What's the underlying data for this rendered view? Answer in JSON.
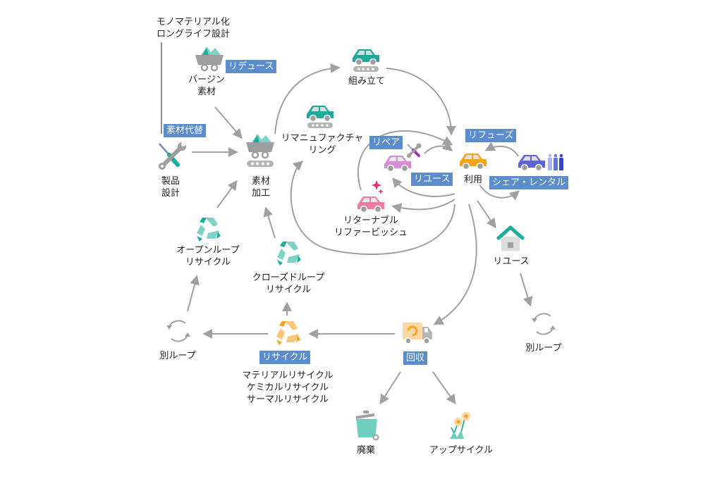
{
  "colors": {
    "tag_bg": "#5b8ccc",
    "arrow": "#a0a0a0",
    "teal": "#1aae9c",
    "teal_light": "#7fd3c6",
    "orange": "#f7a21b",
    "car_assembly": "#1fa99a",
    "car_repair": "#d98ad8",
    "car_refurb": "#f07aa0",
    "car_use": "#f7a21b",
    "car_share": "#5b63d9",
    "sparkle": "#e8336e"
  },
  "top_note": "モノマテリアル化\nロングライフ設計",
  "tags": {
    "reduce": "リデュース",
    "substitute": "素材代替",
    "repair": "リペア",
    "refuse": "リフューズ",
    "reuse_inner": "リユース",
    "share": "シェア・レンタル",
    "recycle": "リサイクル",
    "collect": "回収"
  },
  "nodes": {
    "virgin": "バージン\n素材",
    "product_design": "製品\n設計",
    "processing": "素材\n加工",
    "assembly": "組み立て",
    "remanufacturing": "リマニュファクチャ\nリング",
    "use": "利用",
    "returnable": "リターナブル\nリファービッシュ",
    "reuse_house": "リユース",
    "other_loop_right": "別ループ",
    "open_loop": "オープンループ\nリサイクル",
    "closed_loop": "クローズドループ\nリサイクル",
    "other_loop_left": "別ループ",
    "recycle_types": "マテリアルリサイクル\nケミカルリサイクル\nサーマルリサイクル",
    "disposal": "廃棄",
    "upcycle": "アップサイクル"
  }
}
